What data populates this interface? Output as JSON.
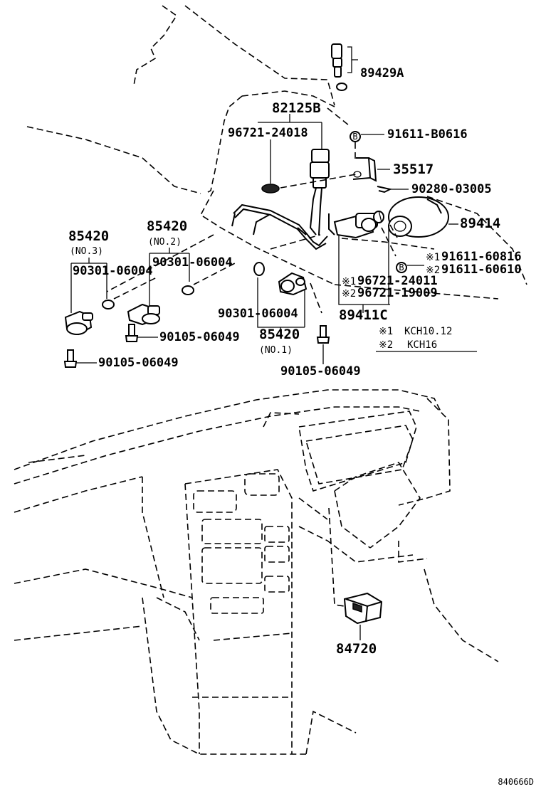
{
  "labels": {
    "p89429a": "89429A",
    "p82125b": "82125B",
    "p96721_24018": "96721-24018",
    "p91611_b0616": "91611-B0616",
    "p35517": "35517",
    "p90280_03005": "90280-03005",
    "p89414": "89414",
    "p85420_no3": "85420",
    "p85420_no3_sub": "(NO.3)",
    "p85420_no2": "85420",
    "p85420_no2_sub": "(NO.2)",
    "p90301_06004_a": "90301-06004",
    "p90301_06004_b": "90301-06004",
    "p90301_06004_c": "90301-06004",
    "mark1_a": "※1",
    "p91611_60816": "91611-60816",
    "mark2_a": "※2",
    "p91611_60610": "91611-60610",
    "mark1_b": "※1",
    "p96721_24011": "96721-24011",
    "mark2_b": "※2",
    "p96721_19009": "96721-19009",
    "p89411c": "89411C",
    "p90105_06049_a": "90105-06049",
    "p90105_06049_b": "90105-06049",
    "p90105_06049_c": "90105-06049",
    "p85420_no1": "85420",
    "p85420_no1_sub": "(NO.1)",
    "p84720": "84720",
    "bolt_mark": "B",
    "figure_id": "840666D"
  },
  "notes": [
    {
      "mark": "※1",
      "text": "KCH10.12"
    },
    {
      "mark": "※2",
      "text": "KCH16"
    }
  ]
}
